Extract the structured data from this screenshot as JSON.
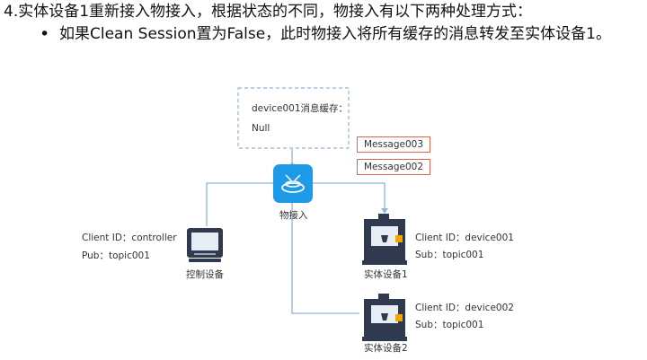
{
  "heading": {
    "line1": "4.实体设备1重新接入物接入，根据状态的不同，物接入有以下两种处理方式：",
    "bullet_mark": "•",
    "bullet_text": "如果Clean Session置为False，此时物接入将所有缓存的消息转发至实体设备1。"
  },
  "diagram": {
    "cache": {
      "title": "device001消息缓存：",
      "value": "Null"
    },
    "messages": [
      "Message003",
      "Message002"
    ],
    "hub_label": "物接入",
    "controller": {
      "client_id": "Client ID：controller",
      "pub": "Pub：topic001",
      "label": "控制设备"
    },
    "device1": {
      "client_id": "Client ID：device001",
      "sub": "Sub：topic001",
      "label": "实体设备1"
    },
    "device2": {
      "client_id": "Client ID：device002",
      "sub": "Sub：topic001",
      "label": "实体设备2"
    },
    "colors": {
      "hub": "#1e9be8",
      "line": "#8fb5d9",
      "message_border": "#d9654c",
      "device_dark": "#2f3a4e"
    }
  }
}
